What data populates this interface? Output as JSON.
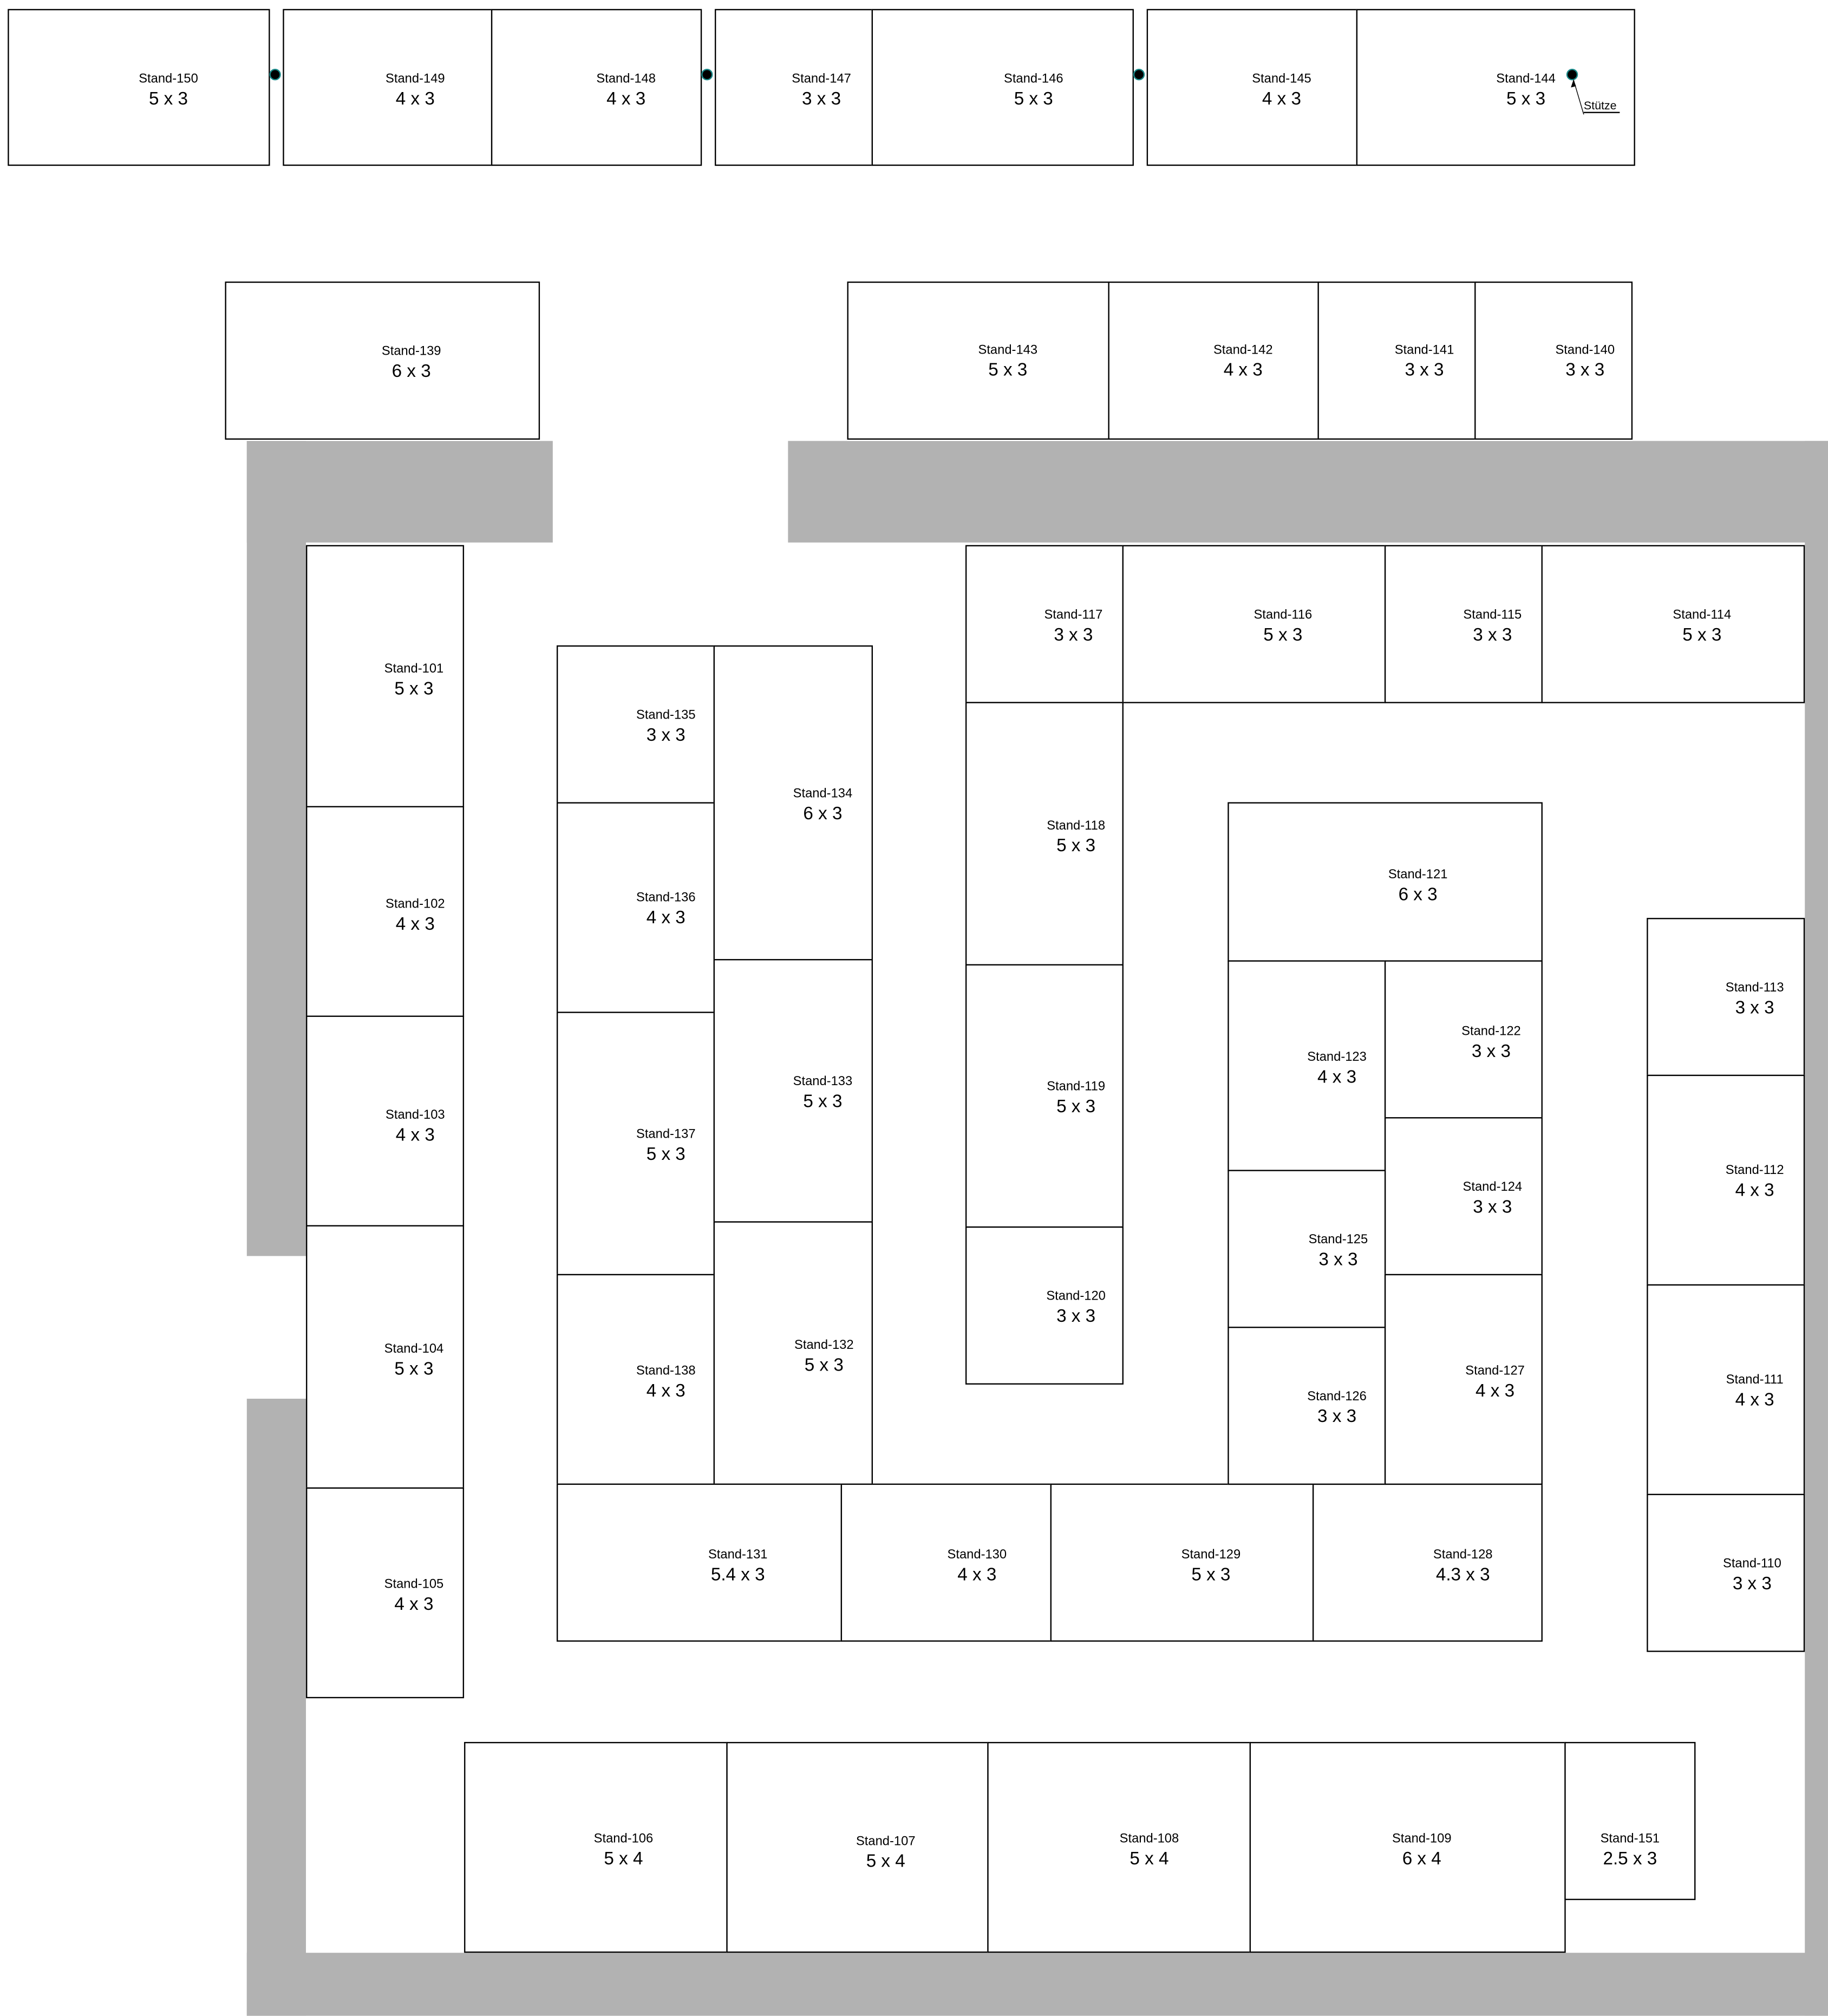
{
  "stands": [
    {
      "name": "Stand-150",
      "size": "5 x 3"
    },
    {
      "name": "Stand-149",
      "size": "4 x 3"
    },
    {
      "name": "Stand-148",
      "size": "4 x 3"
    },
    {
      "name": "Stand-147",
      "size": "3 x 3"
    },
    {
      "name": "Stand-146",
      "size": "5 x 3"
    },
    {
      "name": "Stand-145",
      "size": "4 x 3"
    },
    {
      "name": "Stand-144",
      "size": "5 x 3"
    },
    {
      "name": "Stand-139",
      "size": "6 x 3"
    },
    {
      "name": "Stand-143",
      "size": "5 x 3"
    },
    {
      "name": "Stand-142",
      "size": "4 x 3"
    },
    {
      "name": "Stand-141",
      "size": "3 x 3"
    },
    {
      "name": "Stand-140",
      "size": "3 x 3"
    },
    {
      "name": "Stand-101",
      "size": "5 x 3"
    },
    {
      "name": "Stand-102",
      "size": "4 x 3"
    },
    {
      "name": "Stand-103",
      "size": "4 x 3"
    },
    {
      "name": "Stand-104",
      "size": "5 x 3"
    },
    {
      "name": "Stand-105",
      "size": "4 x 3"
    },
    {
      "name": "Stand-135",
      "size": "3 x 3"
    },
    {
      "name": "Stand-136",
      "size": "4 x 3"
    },
    {
      "name": "Stand-137",
      "size": "5 x 3"
    },
    {
      "name": "Stand-138",
      "size": "4 x 3"
    },
    {
      "name": "Stand-134",
      "size": "6 x 3"
    },
    {
      "name": "Stand-133",
      "size": "5 x 3"
    },
    {
      "name": "Stand-132",
      "size": "5 x 3"
    },
    {
      "name": "Stand-131",
      "size": "5.4 x 3"
    },
    {
      "name": "Stand-130",
      "size": "4 x 3"
    },
    {
      "name": "Stand-129",
      "size": "5 x 3"
    },
    {
      "name": "Stand-128",
      "size": "4.3 x 3"
    },
    {
      "name": "Stand-117",
      "size": "3 x 3"
    },
    {
      "name": "Stand-116",
      "size": "5 x 3"
    },
    {
      "name": "Stand-115",
      "size": "3 x 3"
    },
    {
      "name": "Stand-114",
      "size": "5 x 3"
    },
    {
      "name": "Stand-118",
      "size": "5 x 3"
    },
    {
      "name": "Stand-119",
      "size": "5 x 3"
    },
    {
      "name": "Stand-120",
      "size": "3 x 3"
    },
    {
      "name": "Stand-121",
      "size": "6 x 3"
    },
    {
      "name": "Stand-123",
      "size": "4 x 3"
    },
    {
      "name": "Stand-122",
      "size": "3 x 3"
    },
    {
      "name": "Stand-124",
      "size": "3 x 3"
    },
    {
      "name": "Stand-125",
      "size": "3 x 3"
    },
    {
      "name": "Stand-126",
      "size": "3 x 3"
    },
    {
      "name": "Stand-127",
      "size": "4 x 3"
    },
    {
      "name": "Stand-113",
      "size": "3 x 3"
    },
    {
      "name": "Stand-112",
      "size": "4 x 3"
    },
    {
      "name": "Stand-111",
      "size": "4 x 3"
    },
    {
      "name": "Stand-110",
      "size": "3 x 3"
    },
    {
      "name": "Stand-106",
      "size": "5 x 4"
    },
    {
      "name": "Stand-107",
      "size": "5 x 4"
    },
    {
      "name": "Stand-108",
      "size": "5 x 4"
    },
    {
      "name": "Stand-109",
      "size": "6 x 4"
    },
    {
      "name": "Stand-151",
      "size": "2.5 x 3"
    }
  ],
  "pillar_label": "Stütze",
  "colors": {
    "wall": "#b2b2b2",
    "pillar": "#1a8a8a"
  }
}
